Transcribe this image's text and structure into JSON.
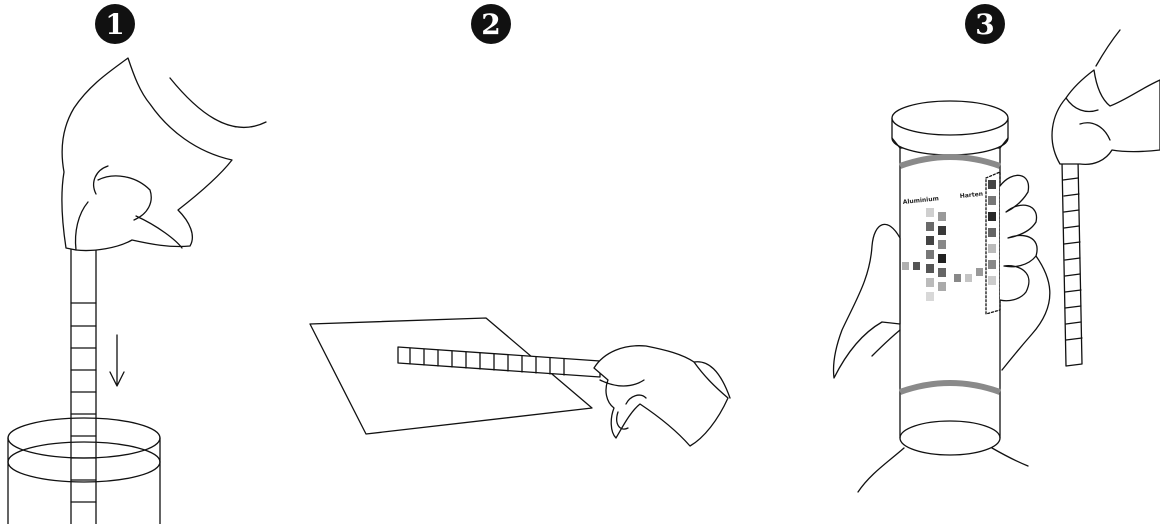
{
  "steps": [
    {
      "number": "1",
      "glyph": "❶",
      "action": "dip"
    },
    {
      "number": "2",
      "glyph": "❷",
      "action": "blot"
    },
    {
      "number": "3",
      "glyph": "❸",
      "action": "compare"
    }
  ],
  "bottle_label": {
    "left": "Aluminium",
    "right": "Harten"
  },
  "colors": {
    "line": "#111111",
    "band": "#8a8a8a",
    "background": "#ffffff"
  },
  "icons": [
    "arrow-down-icon"
  ]
}
